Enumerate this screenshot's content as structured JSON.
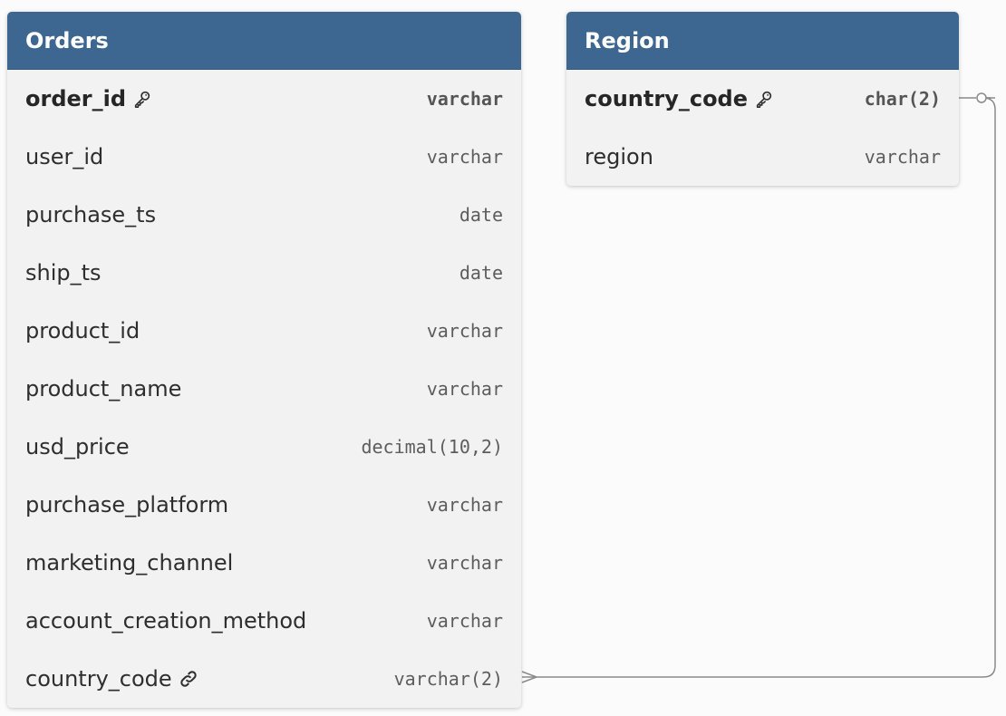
{
  "tables": [
    {
      "id": "orders",
      "name": "Orders",
      "columns": [
        {
          "name": "order_id",
          "type": "varchar",
          "key": "primary"
        },
        {
          "name": "user_id",
          "type": "varchar",
          "key": ""
        },
        {
          "name": "purchase_ts",
          "type": "date",
          "key": ""
        },
        {
          "name": "ship_ts",
          "type": "date",
          "key": ""
        },
        {
          "name": "product_id",
          "type": "varchar",
          "key": ""
        },
        {
          "name": "product_name",
          "type": "varchar",
          "key": ""
        },
        {
          "name": "usd_price",
          "type": "decimal(10,2)",
          "key": ""
        },
        {
          "name": "purchase_platform",
          "type": "varchar",
          "key": ""
        },
        {
          "name": "marketing_channel",
          "type": "varchar",
          "key": ""
        },
        {
          "name": "account_creation_method",
          "type": "varchar",
          "key": ""
        },
        {
          "name": "country_code",
          "type": "varchar(2)",
          "key": "foreign"
        }
      ]
    },
    {
      "id": "region",
      "name": "Region",
      "columns": [
        {
          "name": "country_code",
          "type": "char(2)",
          "key": "primary"
        },
        {
          "name": "region",
          "type": "varchar",
          "key": ""
        }
      ]
    }
  ],
  "relationship": {
    "from": "Orders.country_code",
    "to": "Region.country_code",
    "from_end": "many",
    "to_end": "zero-or-one"
  },
  "colors": {
    "header_bg": "#3d6690",
    "card_bg": "#f2f2f2",
    "canvas_bg": "#fbfbfb",
    "line": "#8a8a8a"
  },
  "icons": {
    "primary": "key-icon",
    "foreign": "link-icon"
  }
}
